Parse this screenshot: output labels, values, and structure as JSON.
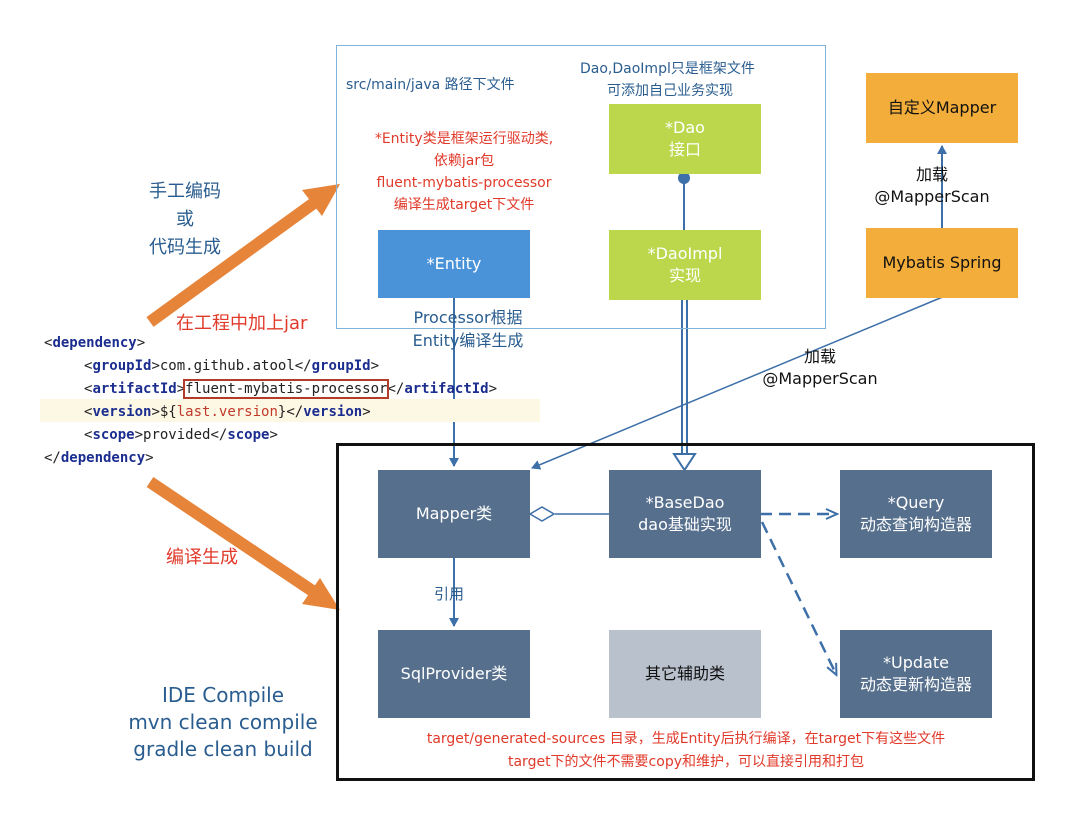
{
  "top_panel": {
    "path_note": "src/main/java 路径下文件",
    "dao_note": [
      "Dao,DaoImpl只是框架文件",
      "可添加自己业务实现"
    ],
    "entity_note": [
      "*Entity类是框架运行驱动类,",
      "依赖jar包",
      "fluent-mybatis-processor",
      "编译生成target下文件"
    ]
  },
  "boxes": {
    "entity": [
      "*Entity"
    ],
    "dao": [
      "*Dao",
      "接口"
    ],
    "daoimpl": [
      "*DaoImpl",
      "实现"
    ],
    "custom_mapper": [
      "自定义Mapper"
    ],
    "mybatis_spring": [
      "Mybatis Spring"
    ],
    "mapper": [
      "Mapper类"
    ],
    "basedao": [
      "*BaseDao",
      "dao基础实现"
    ],
    "query": [
      "*Query",
      "动态查询构造器"
    ],
    "update": [
      "*Update",
      "动态更新构造器"
    ],
    "sqlprovider": [
      "SqlProvider类"
    ],
    "other": [
      "其它辅助类"
    ]
  },
  "labels": {
    "manual": [
      "手工编码",
      "或",
      "代码生成"
    ],
    "add_jar": "在工程中加上jar",
    "compile": "编译生成",
    "processor": [
      "Processor根据",
      "Entity编译生成"
    ],
    "load_top": [
      "加载",
      "@MapperScan"
    ],
    "load_mid": [
      "加载",
      "@MapperScan"
    ],
    "reference": "引用",
    "ide": [
      "IDE Compile",
      "mvn clean compile",
      "gradle clean build"
    ],
    "target_note": [
      "target/generated-sources 目录，生成Entity后执行编译，在target下有这些文件",
      "target下的文件不需要copy和维护，可以直接引用和打包"
    ]
  },
  "code": {
    "l1_open": "<",
    "l1_tag": "dependency",
    "l1_close": ">",
    "l2_open": "<",
    "l2_tag": "groupId",
    "l2_mid": ">com.github.atool</",
    "l2_tag2": "groupId",
    "l2_close": ">",
    "l3_open": "<",
    "l3_tag": "artifactId",
    "l3_mid": ">",
    "l3_value": "fluent-mybatis-processor",
    "l3_mid2": "</",
    "l3_tag2": "artifactId",
    "l3_close": ">",
    "l4_open": "<",
    "l4_tag": "version",
    "l4_mid": ">${",
    "l4_value": "last.version",
    "l4_mid2": "}</",
    "l4_tag2": "version",
    "l4_close": ">",
    "l5_open": "<",
    "l5_tag": "scope",
    "l5_mid": ">provided</",
    "l5_tag2": "scope",
    "l5_close": ">",
    "l6_open": "</",
    "l6_tag": "dependency",
    "l6_close": ">"
  },
  "colors": {
    "navy_box": "#566f8c",
    "green_box": "#bcd74c",
    "orange_box": "#f2ad3a",
    "blue_box": "#4b93d8",
    "arrow_orange": "#e6843a",
    "note_red": "#e03a2a",
    "text_blue": "#2a5d8f"
  }
}
